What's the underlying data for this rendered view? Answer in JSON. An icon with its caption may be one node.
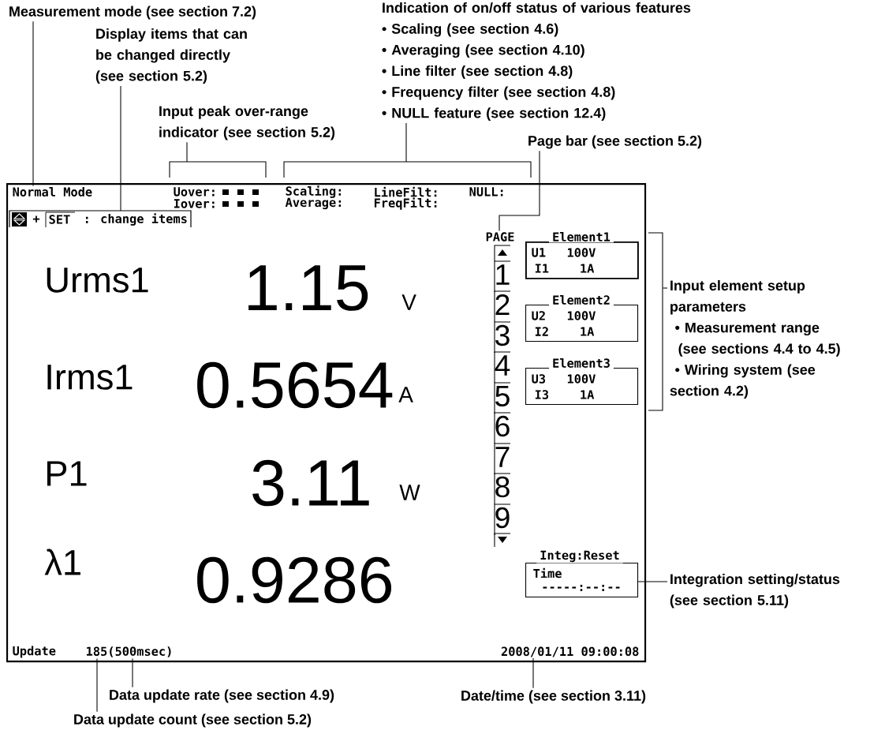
{
  "diagram": {
    "nodes": [
      {
        "text": [],
        "shape": "box"
      },
      {
        "text": [
          "Normal Mode"
        ],
        "in": 0
      },
      {
        "text": [
          "+",
          "SET",
          ": change items"
        ],
        "in": 0
      },
      {
        "text": [
          "PAGE"
        ],
        "in": 0
      },
      {
        "text": [
          "Element1",
          "U1",
          "100V",
          "I1",
          "1A"
        ],
        "in": 0
      },
      {
        "text": [
          "Element2",
          "U2",
          "100V",
          "I2",
          "1A"
        ],
        "in": 0
      },
      {
        "text": [
          "Element3",
          "U3",
          "100V",
          "I3",
          "1A"
        ],
        "in": 0
      },
      {
        "text": [
          "Integ:Reset",
          "Time",
          "-----:--:--"
        ],
        "in": 0
      },
      {
        "text": [
          "185(500msec)"
        ],
        "in": 0
      },
      {
        "text": [
          "2008/01/11 09:00:08"
        ],
        "in": 0
      },
      {
        "text": [
          "Measurement mode (see section 7.2)"
        ]
      },
      {
        "text": [
          "Display items that can be changed directly (see section 5.2)"
        ]
      },
      {
        "text": [
          "Input peak over-range indicator (see section 5.2)"
        ]
      },
      {
        "text": [
          "Indication of on/off status of various features",
          "• Scaling (see section 4.6)",
          "• Averaging (see section 4.10)",
          "• Line filter (see section 4.8)",
          "• Frequency filter (see section 4.8)",
          "• NULL feature (see section 12.4)"
        ]
      },
      {
        "text": [
          "Page bar (see section 5.2)"
        ]
      },
      {
        "text": [
          "Input element setup parameters",
          "• Measurement range (see sections 4.4 to 4.5)",
          "• Wiring system (see section 4.2)"
        ]
      },
      {
        "text": [
          "Integration setting/status (see section 5.11)"
        ]
      },
      {
        "text": [
          "Data update rate (see section 4.9)"
        ]
      },
      {
        "text": [
          "Data update count (see section 5.2)"
        ]
      },
      {
        "text": [
          "Date/time (see section 3.11)"
        ]
      },
      {
        "text": [],
        "shape": "bracket"
      },
      {
        "text": [],
        "shape": "bracket"
      },
      {
        "text": [],
        "shape": "bracket"
      }
    ],
    "edges": [
      {
        "from": 10,
        "to": 1,
        "arrow": "none"
      },
      {
        "from": 11,
        "to": 2,
        "arrow": "none"
      },
      {
        "from": 12,
        "to": 20,
        "arrow": "none"
      },
      {
        "from": 13,
        "to": 21,
        "arrow": "none"
      },
      {
        "from": 14,
        "to": 3,
        "arrow": "none"
      },
      {
        "from": 15,
        "to": 22,
        "arrow": "none"
      },
      {
        "from": 16,
        "to": 7,
        "arrow": "none"
      },
      {
        "from": 17,
        "to": 8,
        "arrow": "none"
      },
      {
        "from": 18,
        "to": 8,
        "arrow": "none"
      },
      {
        "from": 19,
        "to": 9,
        "arrow": "none"
      }
    ],
    "labels": [
      "Uover:",
      "Scaling:",
      "LineFilt:",
      "NULL:",
      "Iover:",
      "Average:",
      "FreqFilt:",
      "Urms1",
      "1.15",
      "V",
      "Irms1",
      "0.5654",
      "A",
      "P1",
      "3.11",
      "W",
      "λ1",
      "0.9286",
      "1",
      "2",
      "3",
      "4",
      "5",
      "6",
      "7",
      "8",
      "9",
      "Update"
    ]
  }
}
